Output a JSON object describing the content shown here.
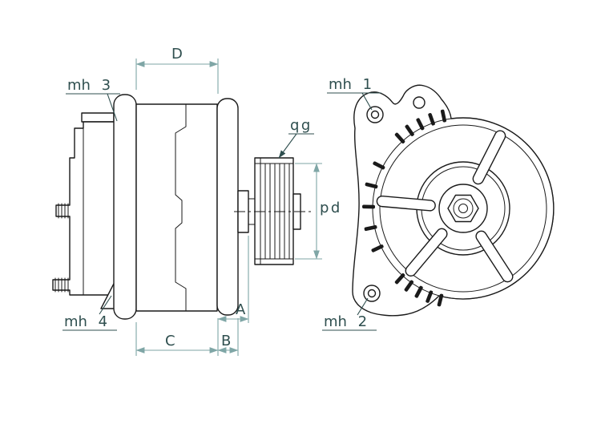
{
  "figure": {
    "background": "#ffffff",
    "colors": {
      "outline": "#1a1a1a",
      "dimension_line": "#7fa6a6",
      "label_text": "#2f4f4f"
    },
    "labels": {
      "mh1": "mh 1",
      "mh2": "mh 2",
      "mh3": "mh 3",
      "mh4": "mh 4",
      "qg": "qg",
      "pd": "pd",
      "dim_a": "A",
      "dim_b": "B",
      "dim_c": "C",
      "dim_d": "D"
    }
  }
}
